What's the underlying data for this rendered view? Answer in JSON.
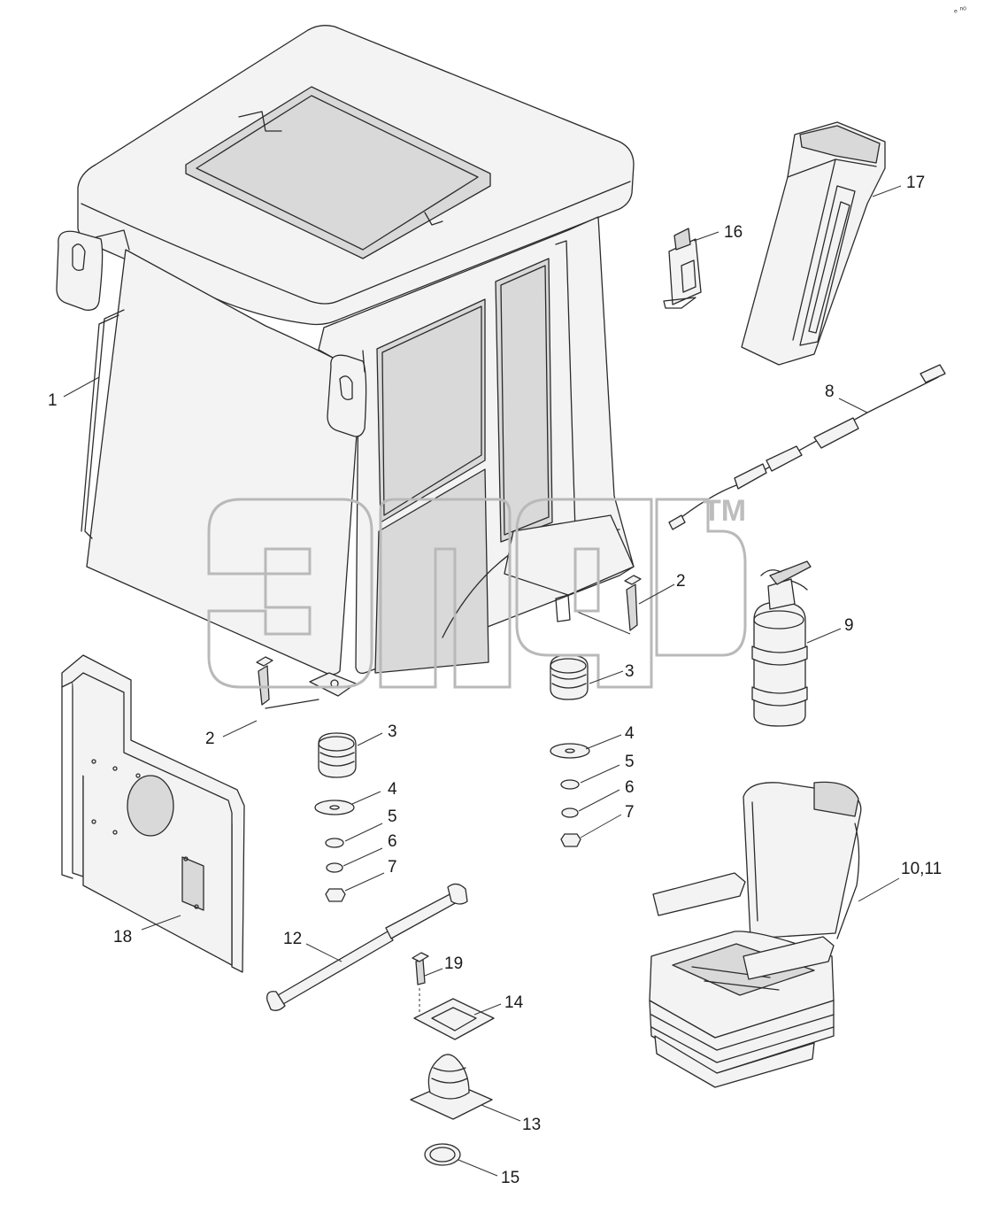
{
  "watermark": {
    "tm": "TM"
  },
  "corner_mark": "ₑ ⁿᵒ",
  "callouts": [
    {
      "id": "1",
      "text": "1"
    },
    {
      "id": "2a",
      "text": "2"
    },
    {
      "id": "2b",
      "text": "2"
    },
    {
      "id": "3a",
      "text": "3"
    },
    {
      "id": "3b",
      "text": "3"
    },
    {
      "id": "4a",
      "text": "4"
    },
    {
      "id": "4b",
      "text": "4"
    },
    {
      "id": "5a",
      "text": "5"
    },
    {
      "id": "5b",
      "text": "5"
    },
    {
      "id": "6a",
      "text": "6"
    },
    {
      "id": "6b",
      "text": "6"
    },
    {
      "id": "7a",
      "text": "7"
    },
    {
      "id": "7b",
      "text": "7"
    },
    {
      "id": "8",
      "text": "8"
    },
    {
      "id": "9",
      "text": "9"
    },
    {
      "id": "10_11",
      "text": "10,11"
    },
    {
      "id": "12",
      "text": "12"
    },
    {
      "id": "13",
      "text": "13"
    },
    {
      "id": "14",
      "text": "14"
    },
    {
      "id": "15",
      "text": "15"
    },
    {
      "id": "16",
      "text": "16"
    },
    {
      "id": "17",
      "text": "17"
    },
    {
      "id": "18",
      "text": "18"
    },
    {
      "id": "19",
      "text": "19"
    }
  ]
}
